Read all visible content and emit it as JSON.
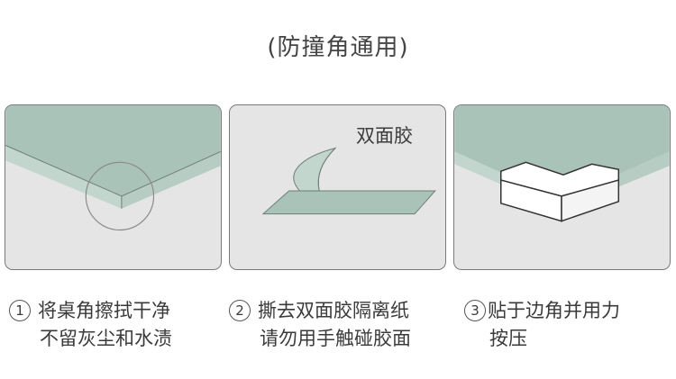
{
  "title": "(防撞角通用)",
  "panels": [
    {
      "label": ""
    },
    {
      "label": "双面胶"
    },
    {
      "label": ""
    }
  ],
  "steps": [
    {
      "number": "1",
      "line1": "将桌角擦拭干净",
      "line2": "不留灰尘和水渍"
    },
    {
      "number": "2",
      "line1": "撕去双面胶隔离纸",
      "line2": "请勿用手触碰胶面"
    },
    {
      "number": "3",
      "line1": "贴于边角并用力",
      "line2": "按压"
    }
  ],
  "colors": {
    "table_top": "#a9c3b8",
    "table_edge": "#c2d6cd",
    "background": "#e5e5e5",
    "outline": "#7a7a7a",
    "guard": "#ffffff"
  }
}
